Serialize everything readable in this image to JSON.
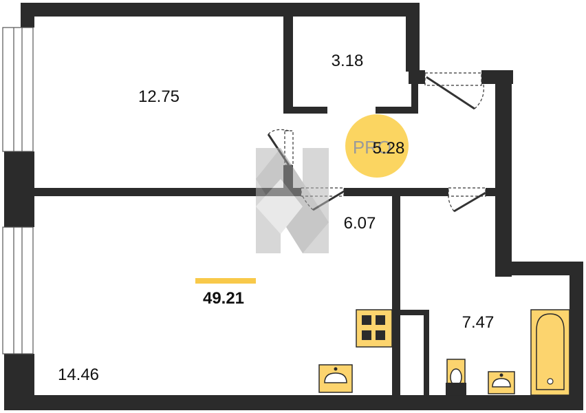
{
  "plan": {
    "rooms": [
      {
        "id": "bedroom",
        "area": "12.75"
      },
      {
        "id": "storage",
        "area": "3.18"
      },
      {
        "id": "hall",
        "area": "5.28"
      },
      {
        "id": "corridor",
        "area": "6.07"
      },
      {
        "id": "bathroom",
        "area": "7.47"
      },
      {
        "id": "living-kitchen",
        "area": "14.46"
      }
    ],
    "total_area": "49.21",
    "watermark": {
      "badge_text": "PRO"
    },
    "colors": {
      "wall": "#2b2b2b",
      "fixture": "#fcd46e",
      "accent": "#f8c94a",
      "badge": "#fbd561"
    }
  }
}
